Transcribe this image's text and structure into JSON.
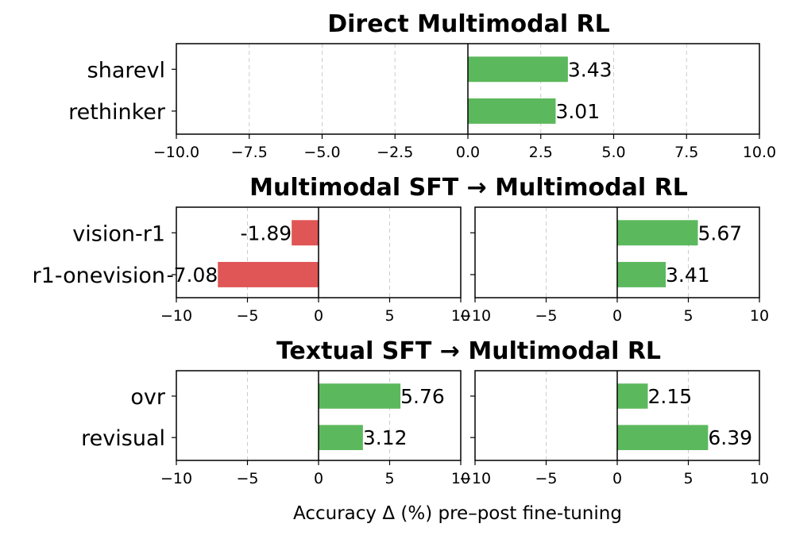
{
  "colors": {
    "positive": "#5cb85c",
    "negative": "#e05555",
    "grid": "#cccccc",
    "frame": "#000000"
  },
  "xlabel": "Accuracy Δ (%) pre–post fine-tuning",
  "chart_data": [
    {
      "type": "bar",
      "orientation": "horizontal",
      "title": "Direct Multimodal RL",
      "categories": [
        "sharevl",
        "rethinker"
      ],
      "values": [
        3.43,
        3.01
      ],
      "value_labels": [
        "3.43",
        "3.01"
      ],
      "xlim": [
        -10,
        10
      ],
      "xticks": [
        -10,
        -7.5,
        -5,
        -2.5,
        0,
        2.5,
        5,
        7.5,
        10
      ],
      "xtick_labels": [
        "−10.0",
        "−7.5",
        "−5.0",
        "−2.5",
        "0.0",
        "2.5",
        "5.0",
        "7.5",
        "10.0"
      ],
      "grid": true
    },
    {
      "type": "bar",
      "orientation": "horizontal",
      "title": "Multimodal SFT → Multimodal RL",
      "categories": [
        "vision-r1",
        "r1-onevision"
      ],
      "values": [
        -1.89,
        -7.08
      ],
      "value_labels": [
        "-1.89",
        "-7.08"
      ],
      "xlim": [
        -10,
        10
      ],
      "xticks": [
        -10,
        -5,
        0,
        5,
        10
      ],
      "xtick_labels": [
        "−10",
        "−5",
        "0",
        "5",
        "10"
      ],
      "grid": true
    },
    {
      "type": "bar",
      "orientation": "horizontal",
      "categories": [
        "vision-r1",
        "r1-onevision"
      ],
      "values": [
        5.67,
        3.41
      ],
      "value_labels": [
        "5.67",
        "3.41"
      ],
      "xlim": [
        -10,
        10
      ],
      "xticks": [
        -10,
        -5,
        0,
        5,
        10
      ],
      "xtick_labels": [
        "−10",
        "−5",
        "0",
        "5",
        "10"
      ],
      "grid": true
    },
    {
      "type": "bar",
      "orientation": "horizontal",
      "title": "Textual SFT → Multimodal RL",
      "categories": [
        "ovr",
        "revisual"
      ],
      "values": [
        5.76,
        3.12
      ],
      "value_labels": [
        "5.76",
        "3.12"
      ],
      "xlim": [
        -10,
        10
      ],
      "xticks": [
        -10,
        -5,
        0,
        5,
        10
      ],
      "xtick_labels": [
        "−10",
        "−5",
        "0",
        "5",
        "10"
      ],
      "grid": true
    },
    {
      "type": "bar",
      "orientation": "horizontal",
      "categories": [
        "ovr",
        "revisual"
      ],
      "values": [
        2.15,
        6.39
      ],
      "value_labels": [
        "2.15",
        "6.39"
      ],
      "xlim": [
        -10,
        10
      ],
      "xticks": [
        -10,
        -5,
        0,
        5,
        10
      ],
      "xtick_labels": [
        "−10",
        "−5",
        "0",
        "5",
        "10"
      ],
      "grid": true
    }
  ]
}
